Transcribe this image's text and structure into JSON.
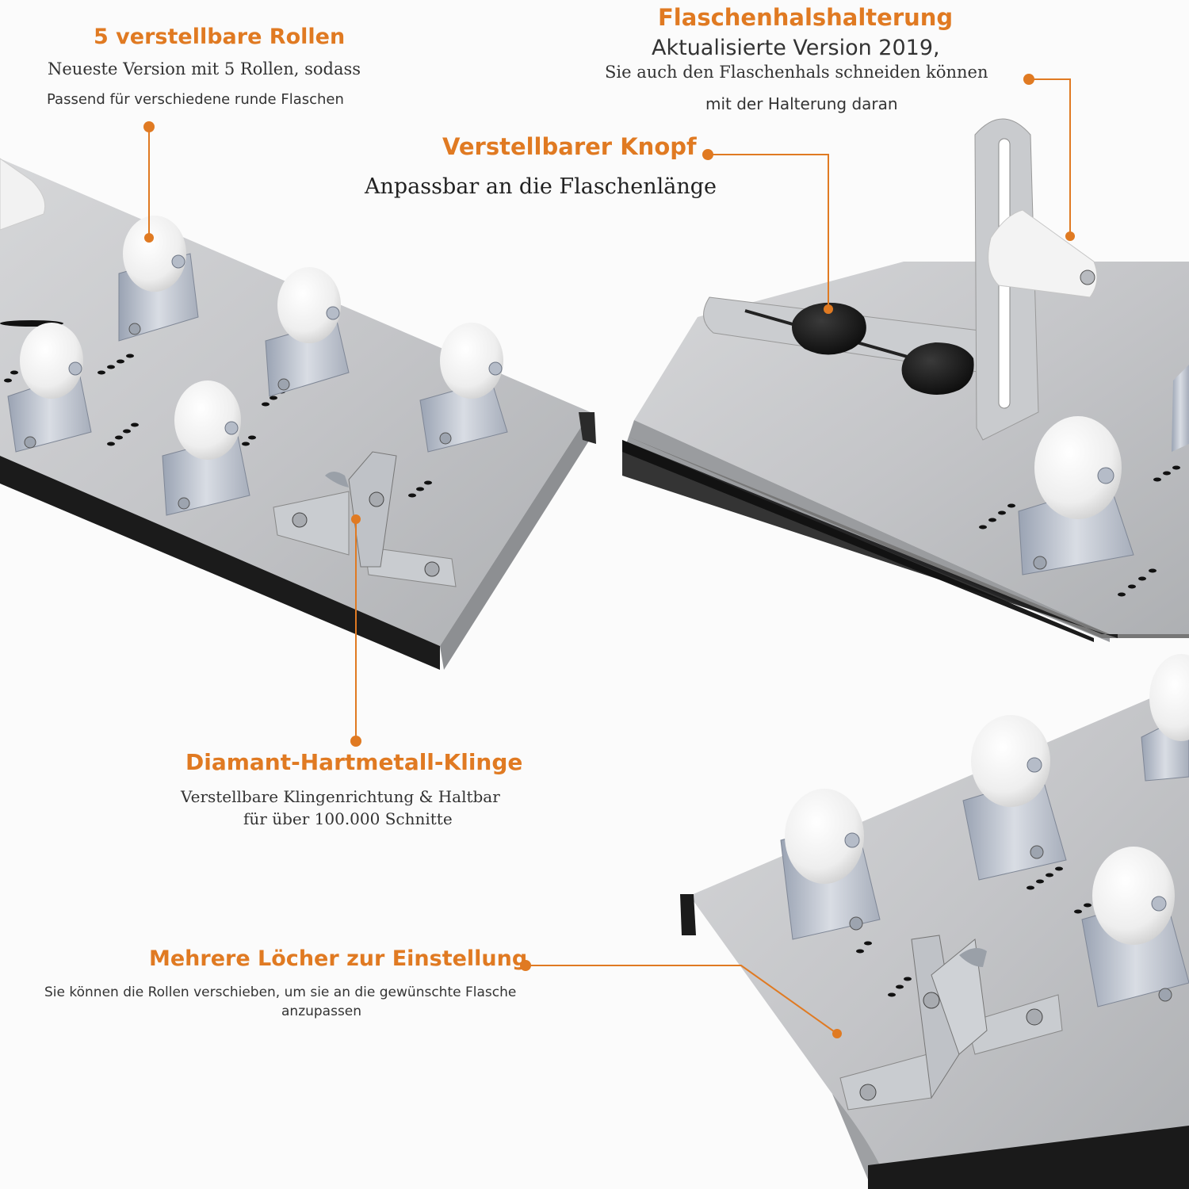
{
  "accent": "#e07a22",
  "callouts": {
    "rollers": {
      "title": "5 verstellbare Rollen",
      "line1": "Neueste Version mit 5 Rollen, sodass",
      "line2": "Passend für verschiedene runde Flaschen"
    },
    "neck_holder": {
      "title": "Flaschenhalshalterung",
      "line1": "Aktualisierte Version 2019,",
      "line2": "Sie auch den Flaschenhals schneiden können",
      "line3": "mit der Halterung daran"
    },
    "knob": {
      "title": "Verstellbarer Knopf",
      "line1": "Anpassbar an die Flaschenlänge"
    },
    "blade": {
      "title": "Diamant-Hartmetall-Klinge",
      "line1": "Verstellbare Klingenrichtung & Haltbar",
      "line2": "für über 100.000 Schnitte"
    },
    "holes": {
      "title": "Mehrere Löcher zur Einstellung",
      "line1": "Sie können die Rollen verschieben, um sie an die gewünschte Flasche",
      "line2": "anzupassen"
    }
  }
}
